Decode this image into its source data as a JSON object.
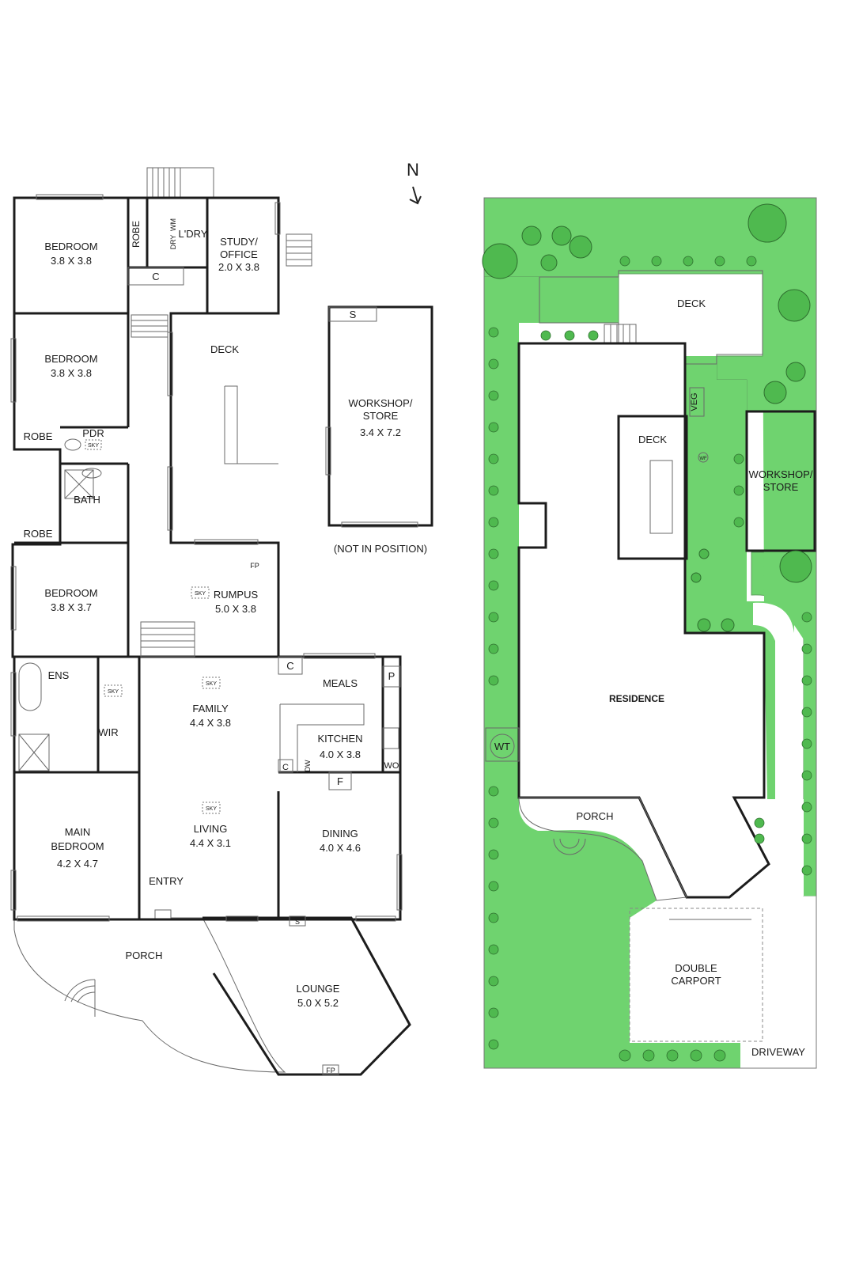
{
  "compass": {
    "label": "N"
  },
  "floor_plan": {
    "rooms": [
      {
        "id": "bedroom-1",
        "name": "BEDROOM",
        "size": "3.8 X 3.8"
      },
      {
        "id": "bedroom-2",
        "name": "BEDROOM",
        "size": "3.8 X 3.8"
      },
      {
        "id": "bedroom-3",
        "name": "BEDROOM",
        "size": "3.8 X 3.7"
      },
      {
        "id": "study",
        "name": "STUDY/",
        "name2": "OFFICE",
        "size": "2.0 X 3.8"
      },
      {
        "id": "workshop",
        "name": "WORKSHOP/",
        "name2": "STORE",
        "size": "3.4 X 7.2"
      },
      {
        "id": "rumpus",
        "name": "RUMPUS",
        "size": "5.0 X 3.8"
      },
      {
        "id": "family",
        "name": "FAMILY",
        "size": "4.4 X 3.8"
      },
      {
        "id": "kitchen",
        "name": "KITCHEN",
        "size": "4.0 X 3.8"
      },
      {
        "id": "main-bedroom",
        "name": "MAIN",
        "name2": "BEDROOM",
        "size": "4.2 X 4.7"
      },
      {
        "id": "living",
        "name": "LIVING",
        "size": "4.4 X 3.1"
      },
      {
        "id": "dining",
        "name": "DINING",
        "size": "4.0 X 4.6"
      },
      {
        "id": "lounge",
        "name": "LOUNGE",
        "size": "5.0 X 5.2"
      }
    ],
    "labels": {
      "robe": "ROBE",
      "laundry": "L'DRY",
      "dry": "DRY",
      "wm": "WM",
      "cupboard": "C",
      "deck": "DECK",
      "pdr": "PDR",
      "sky": "SKY",
      "bath": "BATH",
      "fp": "FP",
      "ens": "ENS",
      "wir": "WIR",
      "meals": "MEALS",
      "pantry": "P",
      "dw": "DW",
      "wo": "WO",
      "fridge": "F",
      "entry": "ENTRY",
      "porch": "PORCH",
      "shelf": "S",
      "not_in_position": "(NOT IN POSITION)"
    }
  },
  "site_plan": {
    "labels": {
      "deck_top": "DECK",
      "deck_mid": "DECK",
      "veg": "VEG",
      "wf": "WF",
      "workshop_1": "WORKSHOP/",
      "workshop_2": "STORE",
      "residence": "RESIDENCE",
      "wt": "WT",
      "porch": "PORCH",
      "carport_1": "DOUBLE",
      "carport_2": "CARPORT",
      "driveway": "DRIVEWAY"
    }
  },
  "colors": {
    "lawn": "#6fd36f",
    "lawn_dark": "#4fb94f",
    "wall": "#1c1c1c",
    "tank": "#cfe6ea"
  }
}
